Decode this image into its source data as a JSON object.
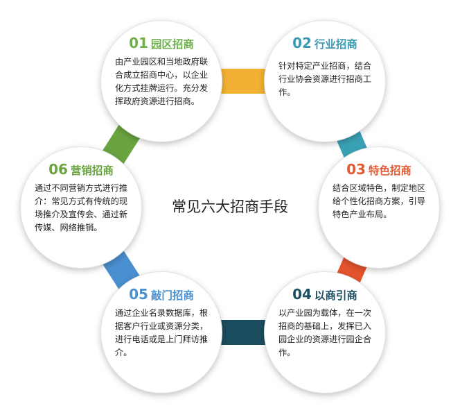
{
  "center_title": "常见六大招商手段",
  "items": [
    {
      "number": "01",
      "title": "园区招商",
      "color": "#6db04a",
      "text": "由产业园区和当地政府联合成立招商中心，以企业化方式挂牌运行。充分发挥政府资源进行招商。"
    },
    {
      "number": "02",
      "title": "行业招商",
      "color": "#3a9ab5",
      "text": "针对特定产业招商，结合行业协会资源进行招商工作。"
    },
    {
      "number": "03",
      "title": "特色招商",
      "color": "#e45a32",
      "text": "结合区域特色，制定地区给个性化招商方案，引导特色产业布局。"
    },
    {
      "number": "04",
      "title": "以商引商",
      "color": "#1e4f63",
      "text": "以产业园为载体，在一次招商的基础上，发挥已入园企业的资源进行园企合作。"
    },
    {
      "number": "05",
      "title": "敲门招商",
      "color": "#4a8fcf",
      "text": "通过企业名录数据库，根据客户行业或资源分类，进行电话或是上门拜访推介。"
    },
    {
      "number": "06",
      "title": "营销招商",
      "color": "#6aa440",
      "text": "通过不同营销方式进行推介：常见方式有传统的现场推介及宣传会、通过新传媒、网络推销。"
    }
  ],
  "connectors": [
    {
      "from": "01",
      "to": "02",
      "color": "#f2b134"
    },
    {
      "from": "02",
      "to": "03",
      "color": "#3aa1b5"
    },
    {
      "from": "03",
      "to": "04",
      "color": "#e4532d"
    },
    {
      "from": "04",
      "to": "05",
      "color": "#1a4d5e"
    },
    {
      "from": "05",
      "to": "06",
      "color": "#4a8fcf"
    },
    {
      "from": "06",
      "to": "01",
      "color": "#6aa440"
    }
  ]
}
